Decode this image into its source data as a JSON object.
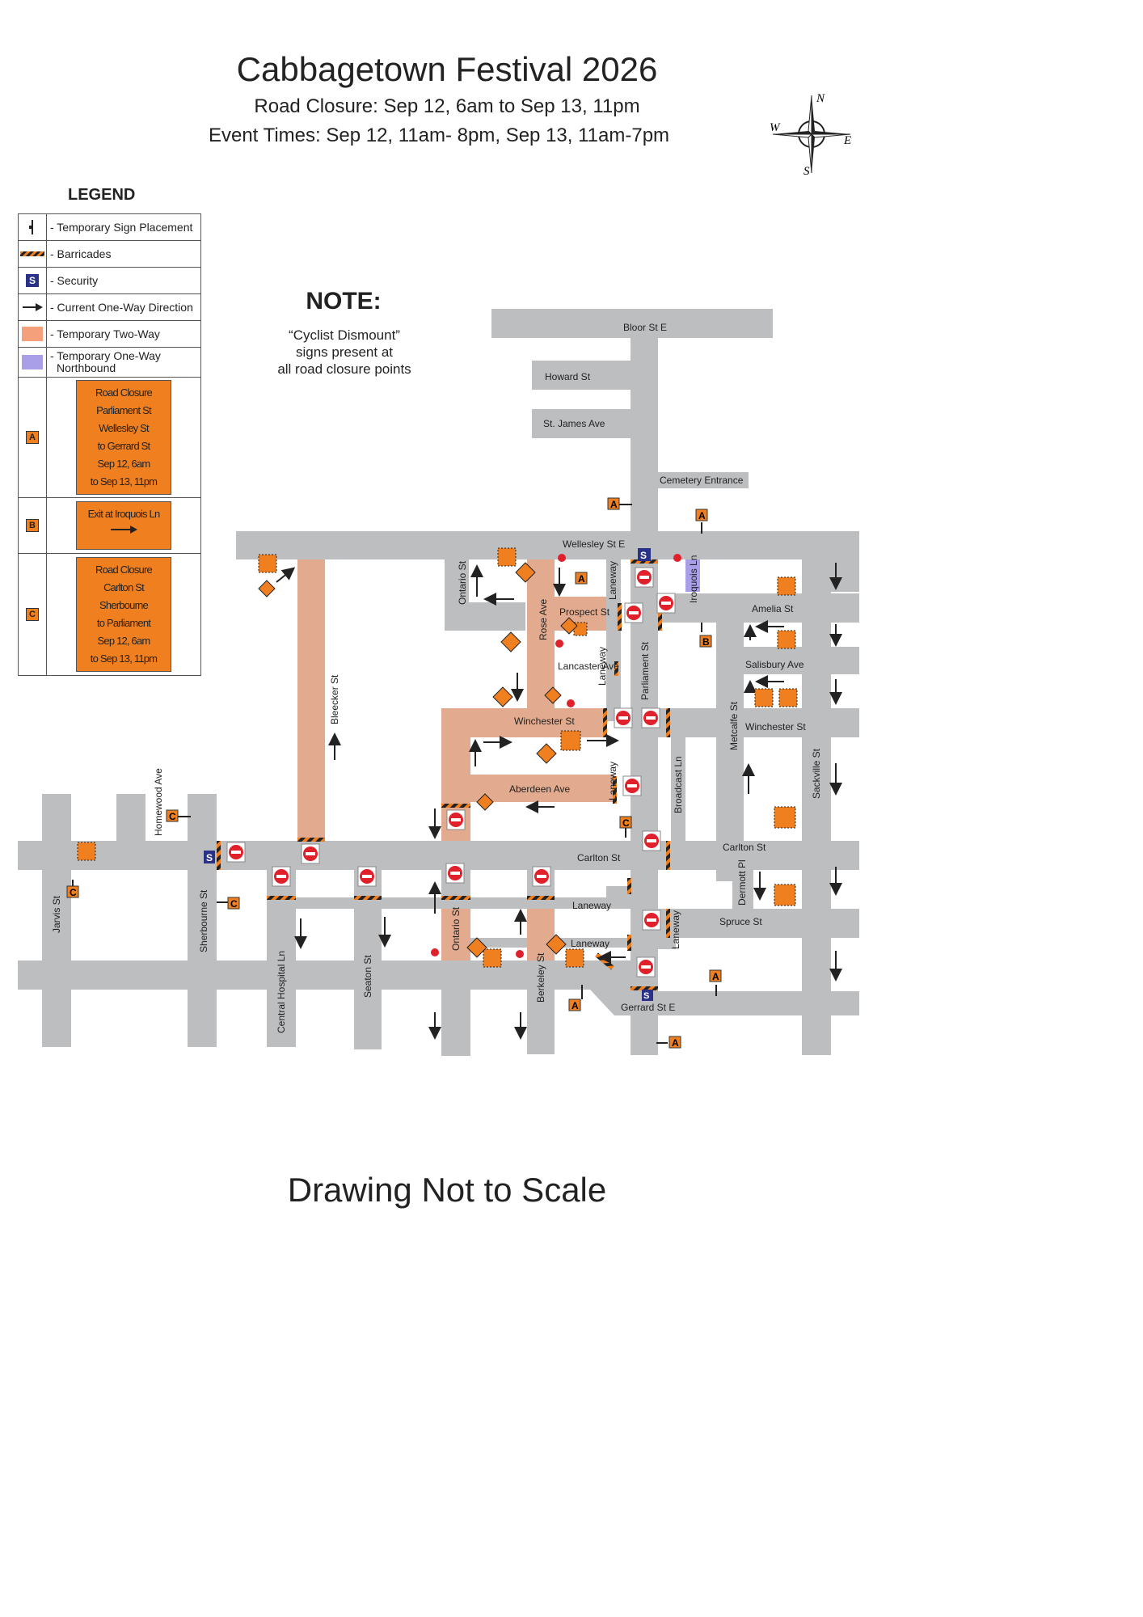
{
  "title": "Cabbagetown Festival 2026",
  "subtitle_closure": "Road Closure: Sep 12, 6am to Sep 13, 11pm",
  "subtitle_events": "Event Times: Sep 12, 11am- 8pm, Sep 13, 11am-7pm",
  "footer": "Drawing Not to Scale",
  "compass": {
    "n": "N",
    "s": "S",
    "e": "E",
    "w": "W"
  },
  "note": {
    "heading": "NOTE:",
    "lines": [
      "“Cyclist Dismount”",
      "signs present at",
      "all road closure points"
    ]
  },
  "legend": {
    "heading": "LEGEND",
    "sign": "- Temporary Sign Placement",
    "barricades": "- Barricades",
    "security": "- Security",
    "security_letter": "S",
    "oneway": "- Current One-Way Direction",
    "twoway": "- Temporary Two-Way",
    "northbound_1": "- Temporary One-Way",
    "northbound_2": "Northbound",
    "a_letter": "A",
    "a_lines": [
      "Road Closure",
      "Parliament St",
      "Wellesley St",
      "to Gerrard St",
      "Sep 12, 6am",
      "to Sep 13, 11pm"
    ],
    "b_letter": "B",
    "b_line": "Exit at Iroquois Ln",
    "c_letter": "C",
    "c_lines": [
      "Road Closure",
      "Carlton St",
      "Sherbourne",
      "to Parliament",
      "Sep 12, 6am",
      "to Sep 13, 11pm"
    ]
  },
  "colors": {
    "road": "#bcbec0",
    "two_way": "#e2ab8f",
    "northbound": "#a99ee8",
    "orange": "#f07f1f",
    "security": "#2a3288",
    "no_entry": "#e0202a"
  },
  "streets": {
    "bloor": "Bloor St E",
    "howard": "Howard St",
    "st_james": "St. James Ave",
    "cemetery": "Cemetery Entrance",
    "wellesley": "Wellesley St E",
    "ontario": "Ontario St",
    "rose": "Rose Ave",
    "prospect": "Prospect St",
    "laneway": "Laneway",
    "iroquois": "Iroquois Ln",
    "amelia": "Amelia St",
    "lancaster": "Lancaster Ave",
    "parliament": "Parliament St",
    "salisbury": "Salisbury Ave",
    "bleecker": "Bleecker St",
    "winchester": "Winchester St",
    "metcalfe": "Metcalfe St",
    "sackville": "Sackville St",
    "aberdeen": "Aberdeen Ave",
    "broadcast": "Broadcast Ln",
    "homewood": "Homewood Ave",
    "carlton": "Carlton St",
    "dermott": "Dermott Pl",
    "spruce": "Spruce St",
    "jarvis": "Jarvis St",
    "sherbourne": "Sherbourne St",
    "central_hospital": "Central Hospital Ln",
    "seaton": "Seaton St",
    "berkeley": "Berkeley St",
    "gerrard": "Gerrard St E"
  }
}
